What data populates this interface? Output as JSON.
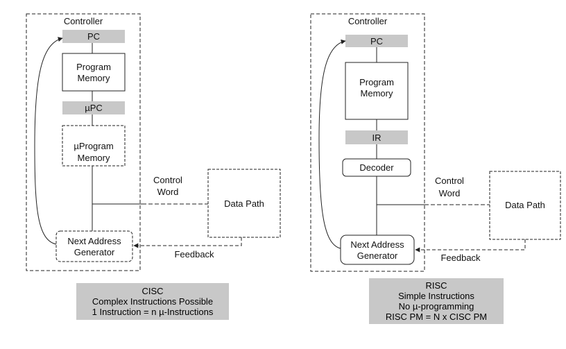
{
  "cisc": {
    "controller_label": "Controller",
    "pc_label": "PC",
    "program_memory": [
      "Program",
      "Memory"
    ],
    "upc_label": "µPC",
    "uprogram_memory": [
      "µProgram",
      "Memory"
    ],
    "next_address": [
      "Next Address",
      "Generator"
    ],
    "control_word": [
      "Control",
      "Word"
    ],
    "data_path_label": "Data Path",
    "feedback_label": "Feedback",
    "caption": [
      "CISC",
      "Complex Instructions Possible",
      "1 Instruction = n µ-Instructions"
    ]
  },
  "risc": {
    "controller_label": "Controller",
    "pc_label": "PC",
    "program_memory": [
      "Program",
      "Memory"
    ],
    "ir_label": "IR",
    "decoder_label": "Decoder",
    "next_address": [
      "Next Address",
      "Generator"
    ],
    "control_word": [
      "Control",
      "Word"
    ],
    "data_path_label": "Data Path",
    "feedback_label": "Feedback",
    "caption": [
      "RISC",
      "Simple Instructions",
      "No µ-programming",
      "RISC PM = N x CISC PM"
    ]
  },
  "colors": {
    "register_fill": "#c8c8c8",
    "caption_fill": "#c8c8c8",
    "line": "#222222"
  }
}
